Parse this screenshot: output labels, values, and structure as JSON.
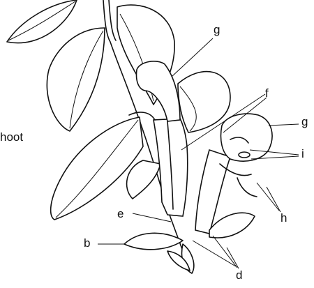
{
  "labels": {
    "shoot": "hoot",
    "b": "b",
    "d": "d",
    "e": "e",
    "f": "f",
    "g_top": "g",
    "g_right": "g",
    "h": "h",
    "i": "i"
  }
}
